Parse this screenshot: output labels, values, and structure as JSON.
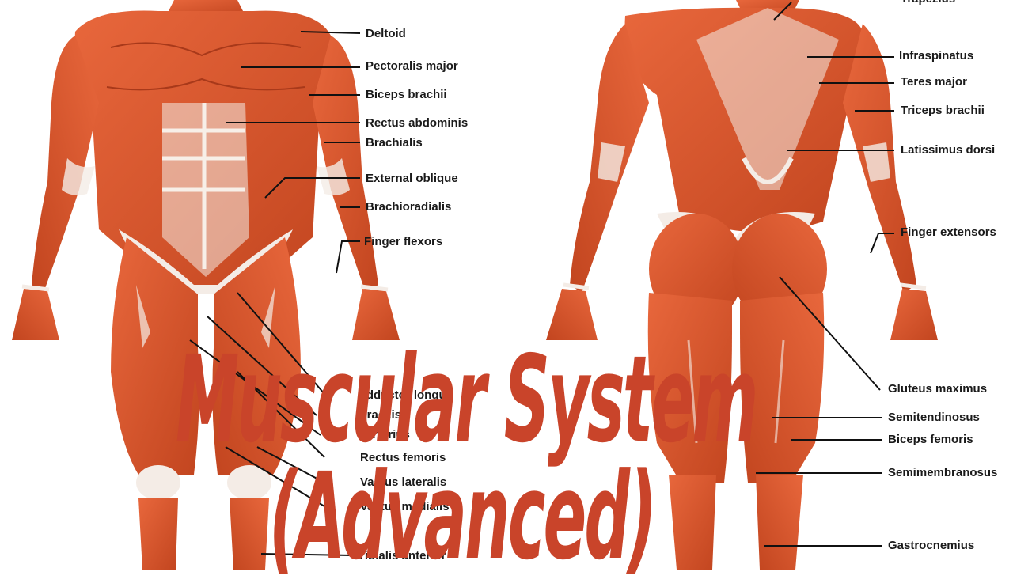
{
  "figure": {
    "front_labels": [
      "Deltoid",
      "Pectoralis major",
      "Biceps brachii",
      "Rectus abdominis",
      "Brachialis",
      "External oblique",
      "Brachioradialis",
      "Finger flexors",
      "Adductor longus",
      "Gracilis",
      "Sartorius",
      "Rectus femoris",
      "Vastus lateralis",
      "Vastus medialis",
      "Tibialis anterior"
    ],
    "back_labels": [
      "Trapezius",
      "Infraspinatus",
      "Teres major",
      "Triceps brachii",
      "Latissimus dorsi",
      "Finger extensors",
      "Gluteus maximus",
      "Semitendinosus",
      "Biceps femoris",
      "Semimembranosus",
      "Gastrocnemius"
    ]
  },
  "title": {
    "line1": "Muscular System",
    "line2": "(Advanced)"
  },
  "colors": {
    "muscle": "#d9562f",
    "muscle_dark": "#b53e1f",
    "tendon": "#f4ece6",
    "title": "#c9442a",
    "label": "#1a1a1a"
  }
}
